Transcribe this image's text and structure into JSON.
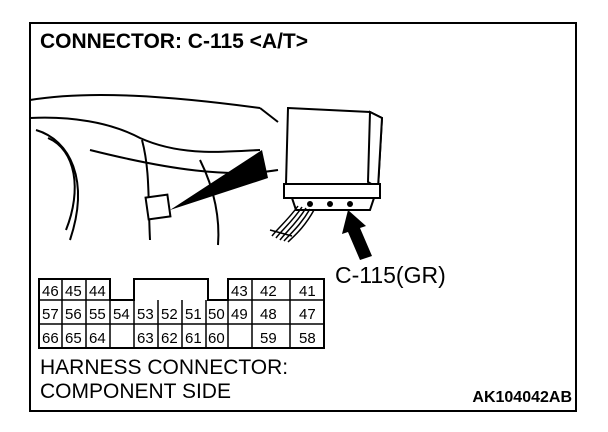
{
  "title": "CONNECTOR: C-115 <A/T>",
  "callout_label": "C-115(GR)",
  "connector": {
    "row1": [
      "46",
      "45",
      "44",
      "43",
      "42",
      "41"
    ],
    "row2": [
      "57",
      "56",
      "55",
      "54",
      "53",
      "52",
      "51",
      "50",
      "49",
      "48",
      "47"
    ],
    "row3": [
      "66",
      "65",
      "64",
      "63",
      "62",
      "61",
      "60",
      "59",
      "58"
    ]
  },
  "caption_line1": "HARNESS CONNECTOR:",
  "caption_line2": "COMPONENT SIDE",
  "figure_code": "AK104042AB"
}
